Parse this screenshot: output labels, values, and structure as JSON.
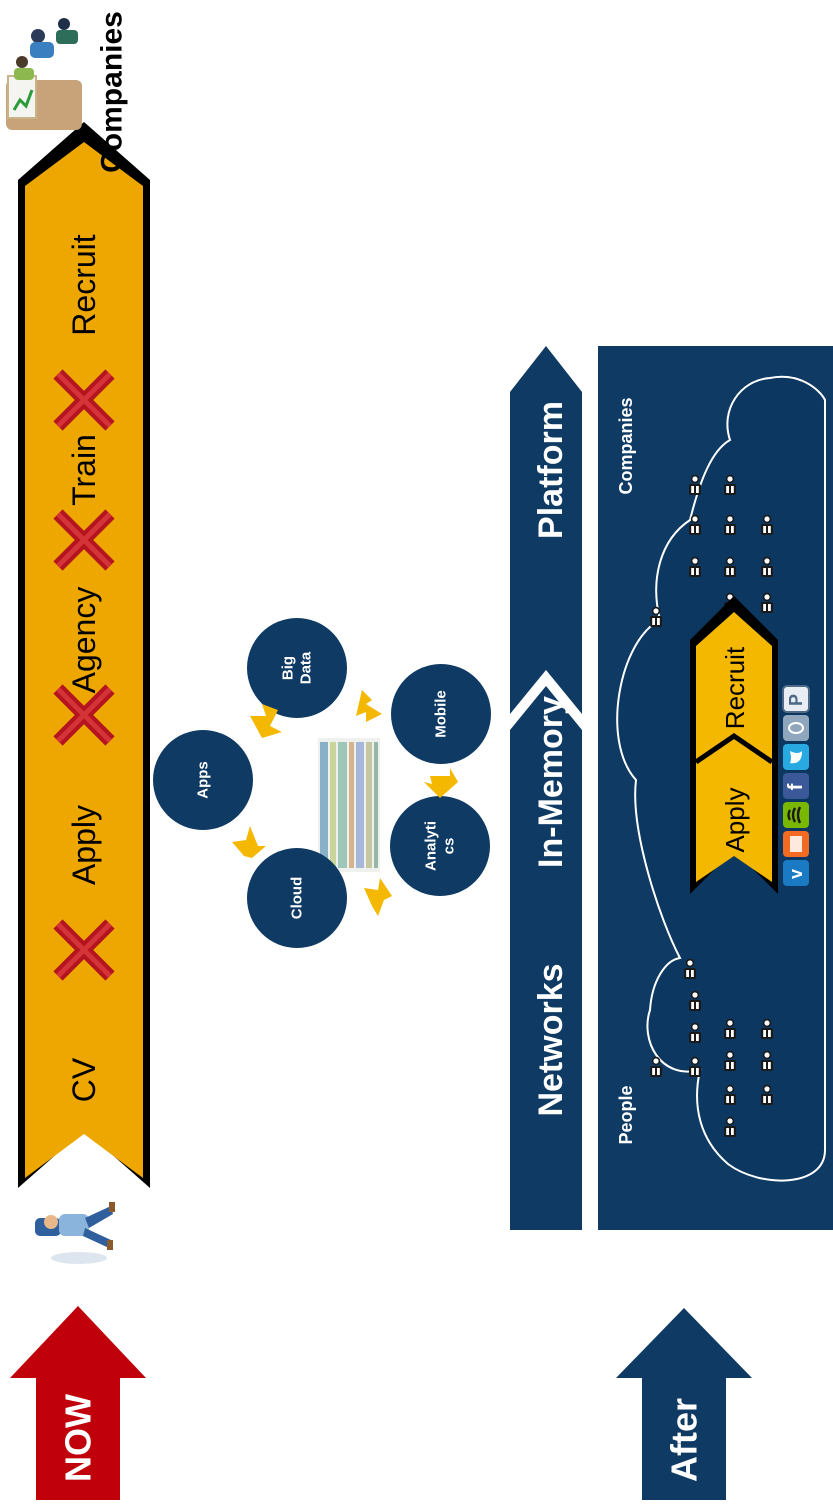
{
  "now": {
    "label": "NOW",
    "steps": [
      "CV",
      "Apply",
      "Agency",
      "Train",
      "Recruit"
    ],
    "destination": "Companies"
  },
  "hub": {
    "nodes": [
      "Apps",
      "Big\nData",
      "Mobile",
      "Analyti\ncs",
      "Cloud"
    ]
  },
  "after": {
    "label": "After",
    "layers": [
      "Networks",
      "In-Memory",
      "Platform"
    ],
    "people_label": "People",
    "companies_label": "Companies",
    "steps": [
      "Apply",
      "Recruit"
    ],
    "social_icons": [
      "vimeo-icon",
      "soundcloud-icon",
      "spotify-icon",
      "facebook-icon",
      "twitter-icon",
      "delicious-icon",
      "pinterest-icon"
    ]
  },
  "colors": {
    "gold": "#EDA700",
    "navy": "#0E3A63",
    "red": "#C0000A",
    "x_red": "#B3141F",
    "arrow_yellow": "#F5B800"
  }
}
